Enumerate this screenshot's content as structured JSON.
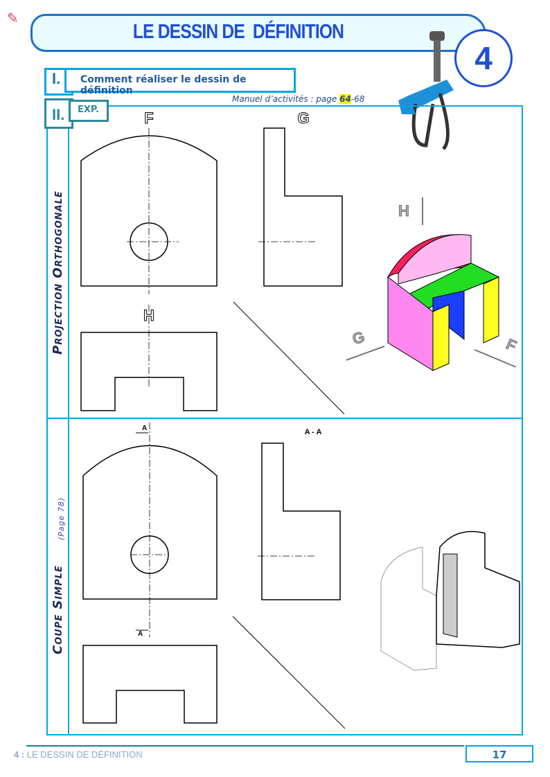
{
  "header": {
    "title": "LE DESSIN DE  DÉFINITION",
    "chapter": "4"
  },
  "section1": {
    "number": "I.",
    "title": "Comment réaliser le dessin de définition"
  },
  "manual": {
    "prefix": "Manuel d’activités : page ",
    "page_highlight": "64",
    "suffix": "-68"
  },
  "section2": {
    "number": "II.",
    "tag": "EXP."
  },
  "rows": [
    {
      "label": "Projection  Orthogonale",
      "views": {
        "front": "F",
        "side": "G",
        "top": "H"
      }
    },
    {
      "label": "Coupe  Simple",
      "note": "(Page 78)",
      "section_label": "A - A",
      "cut_mark": "A"
    }
  ],
  "footer": {
    "chapter_prefix": "4 :",
    "chapter_title": "LE DESSIN DE DÉFINITION",
    "page": "17"
  },
  "colors": {
    "accent": "#00a6e6",
    "title": "#1f4fd6"
  }
}
